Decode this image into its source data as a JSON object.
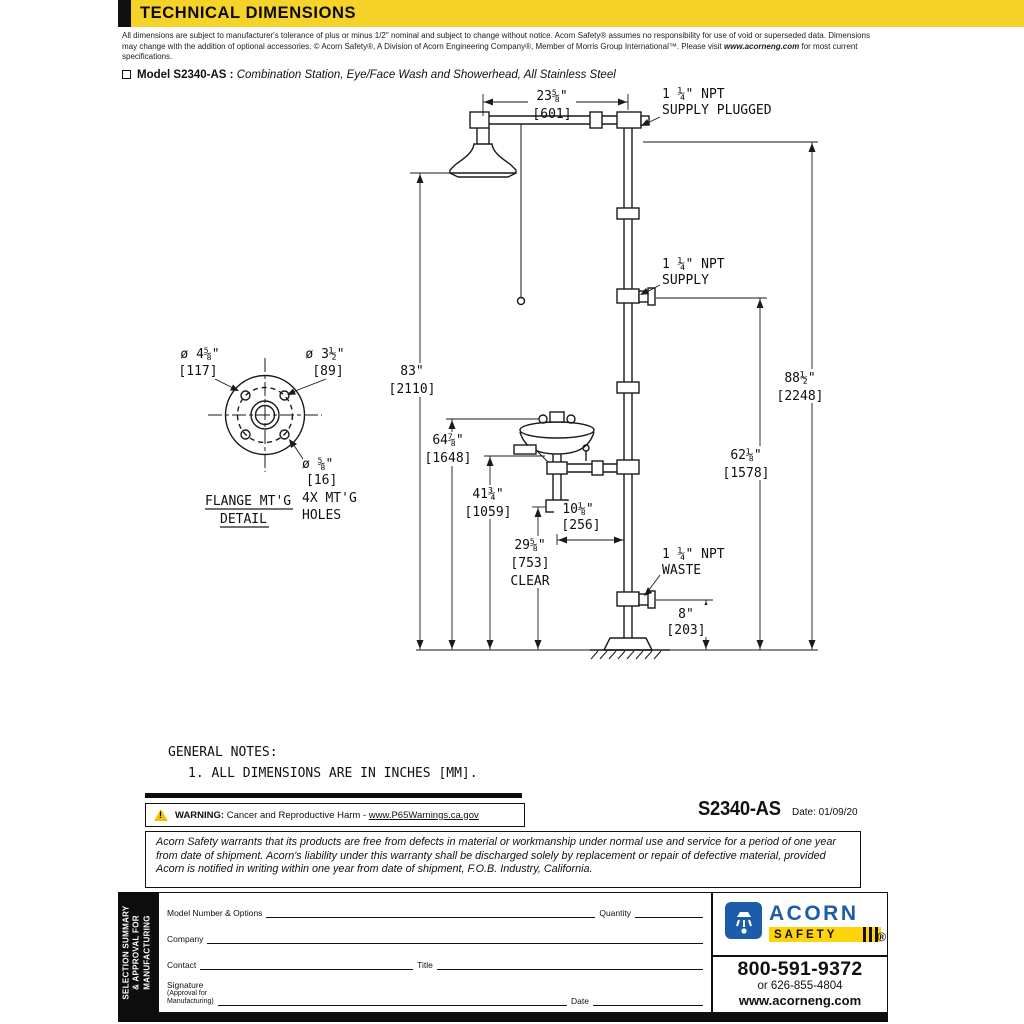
{
  "header": {
    "title": "TECHNICAL DIMENSIONS",
    "disclaimer": "All dimensions are subject to manufacturer's tolerance of plus or minus 1/2\" nominal and subject to change without notice. Acorn Safety® assumes no responsibility for use of void or superseded data. Dimensions may change with the addition of optional accessories. © Acorn Safety®, A Division of Acorn Engineering Company®, Member of Morris Group International™. Please visit ",
    "disclaimer_link": "www.acorneng.com",
    "disclaimer_tail": " for most current specifications."
  },
  "model_line": {
    "label": "Model S2340-AS :",
    "description": " Combination Station, Eye/Face Wash and Showerhead, All Stainless Steel"
  },
  "drawing": {
    "dim_width_top_in": "23⅝\"",
    "dim_width_top_mm": "[601]",
    "npt_supply_plugged_1": "1 ¼\" NPT",
    "npt_supply_plugged_2": "SUPPLY PLUGGED",
    "npt_supply_1": "1 ¼\" NPT",
    "npt_supply_2": "SUPPLY",
    "npt_waste_1": "1 ¼\" NPT",
    "npt_waste_2": "WASTE",
    "dim_83_in": "83\"",
    "dim_83_mm": "[2110]",
    "dim_64_in": "64⅞\"",
    "dim_64_mm": "[1648]",
    "dim_41_in": "41¾\"",
    "dim_41_mm": "[1059]",
    "dim_29_in": "29⅝\"",
    "dim_29_mm": "[753]",
    "dim_29_note": "CLEAR",
    "dim_10_in": "10⅛\"",
    "dim_10_mm": "[256]",
    "dim_88_in": "88½\"",
    "dim_88_mm": "[2248]",
    "dim_62_in": "62⅛\"",
    "dim_62_mm": "[1578]",
    "dim_8_in": "8\"",
    "dim_8_mm": "[203]",
    "flange": {
      "dia_outer_in": "ø 4⅝\"",
      "dia_outer_mm": "[117]",
      "dia_bolt_in": "ø 3½\"",
      "dia_bolt_mm": "[89]",
      "dia_hole_in": "ø ⅝\"",
      "dia_hole_mm": "[16]",
      "holes_1": "4X MT'G",
      "holes_2": "HOLES",
      "caption_1": "FLANGE MT'G",
      "caption_2": "DETAIL"
    }
  },
  "notes": {
    "heading": "GENERAL NOTES:",
    "note_1": "1. ALL DIMENSIONS ARE IN INCHES [MM]."
  },
  "warning": {
    "label": "WARNING:",
    "text": " Cancer and Reproductive Harm - ",
    "link": "www.P65Warnings.ca.gov"
  },
  "doc": {
    "model_code": "S2340-AS",
    "date": "Date: 01/09/20",
    "warranty": "Acorn Safety warrants that its products are free from defects in material or workmanship under normal use and service for a period of one year from date of shipment. Acorn's liability under this warranty shall be discharged solely by replacement or repair of defective material, provided Acorn is notified in writing within one year from date of shipment, F.O.B. Industry, California."
  },
  "form": {
    "sidebar_1": "SELECTION SUMMARY",
    "sidebar_2": "& APPROVAL FOR",
    "sidebar_3": "MANUFACTURING",
    "fields": {
      "model_number": "Model Number & Options",
      "quantity": "Quantity",
      "company": "Company",
      "contact": "Contact",
      "title": "Title",
      "signature_1": "Signature",
      "signature_2": "(Approval for",
      "signature_3": "Manufacturing)",
      "date": "Date"
    },
    "brand": {
      "name": "ACORN",
      "sub": "SAFETY",
      "phone": "800-591-9372",
      "phone_alt": "or 626-855-4804",
      "website": "www.acorneng.com"
    }
  },
  "colors": {
    "banner_yellow": "#F5D328",
    "acorn_blue": "#1D5CA9",
    "safety_yellow": "#FFD40C"
  }
}
